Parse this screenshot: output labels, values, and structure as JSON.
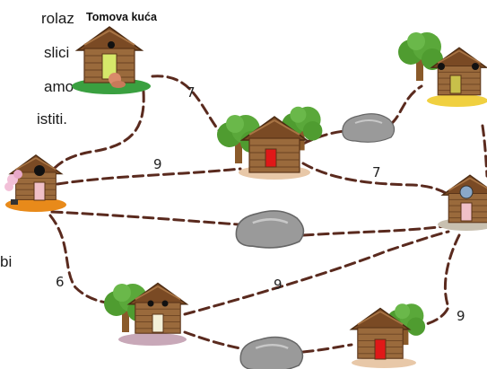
{
  "text_fragments": [
    "rolaz",
    "slici",
    "amo",
    "istiti.",
    "bi"
  ],
  "house_title": "Tomova kuća",
  "edge_weights": [
    "7",
    "9",
    "7",
    "6",
    "9",
    "9"
  ],
  "colors": {
    "path": "#5a2a1e",
    "wood": "#9a6a3c",
    "wood_dark": "#6b4322",
    "roof": "#7a4a24",
    "tree": "#5aa83a",
    "door_red": "#e01818",
    "door_yellow": "#e8e86a",
    "rock": "#8a8a8a"
  }
}
